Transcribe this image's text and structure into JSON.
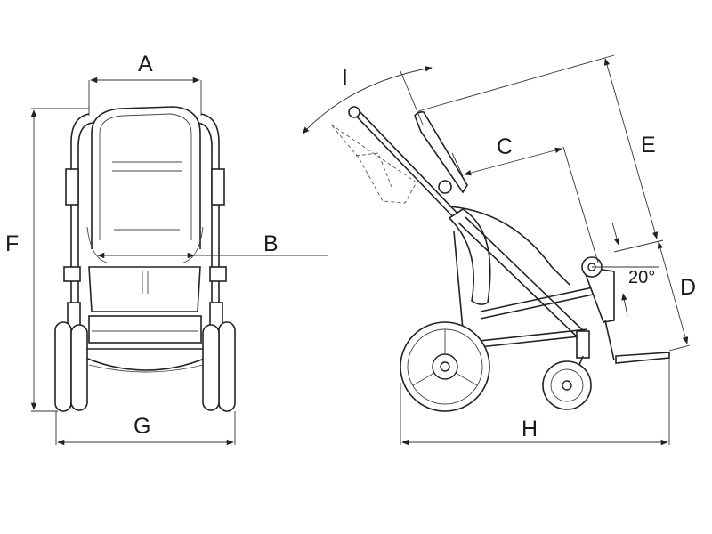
{
  "labels": {
    "A": "A",
    "B": "B",
    "C": "C",
    "D": "D",
    "E": "E",
    "F": "F",
    "G": "G",
    "H": "H",
    "I": "I",
    "angle": "20°"
  }
}
